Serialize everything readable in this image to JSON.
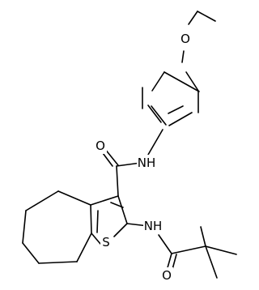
{
  "molecule": {
    "atom_labels": {
      "ether_oxygen": "O",
      "amide_oxygen": "O",
      "amide_nitrogen": "NH",
      "sulfur": "S",
      "amine_nitrogen": "NH",
      "pivaloyl_oxygen": "O"
    }
  },
  "colors": {
    "bond": "#000000",
    "label": "#000000",
    "background": "#ffffff"
  }
}
